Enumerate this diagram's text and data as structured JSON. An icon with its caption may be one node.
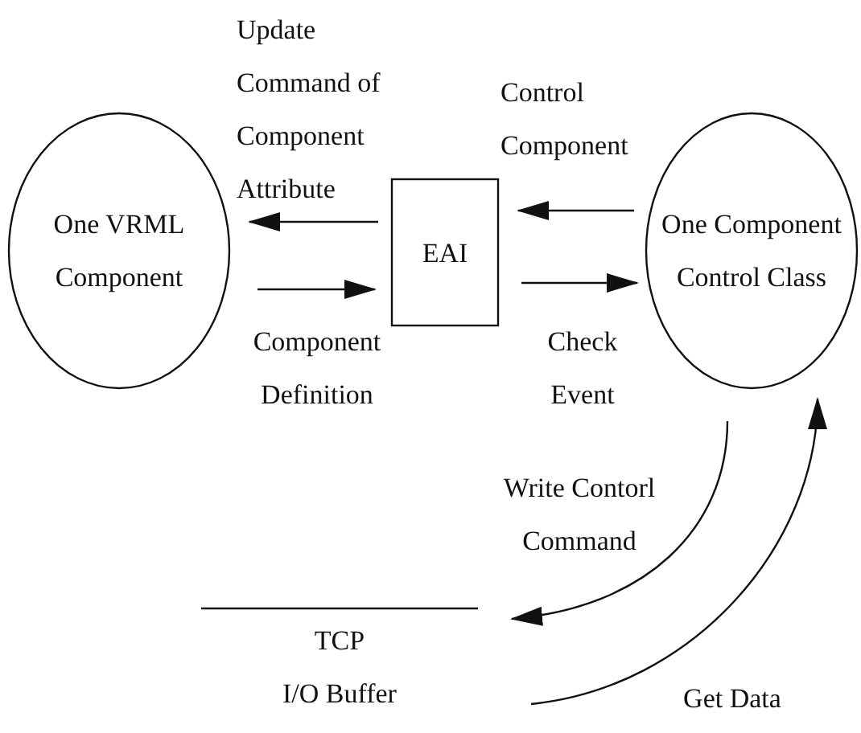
{
  "diagram": {
    "nodes": [
      {
        "text": [
          "One VRML Component"
        ]
      },
      {
        "text": [
          "EAI"
        ]
      },
      {
        "text": [
          "One Component Control Class"
        ]
      },
      {
        "text": [
          "TCP",
          "I/O Buffer"
        ]
      }
    ],
    "edges": [
      {
        "from": 1,
        "to": 0,
        "arrow": "to",
        "label": "Update Command of Component Attribute"
      },
      {
        "from": 0,
        "to": 1,
        "arrow": "to",
        "label": "Component Definition"
      },
      {
        "from": 2,
        "to": 1,
        "arrow": "to",
        "label": "Control Component"
      },
      {
        "from": 1,
        "to": 2,
        "arrow": "to",
        "label": "Check Event"
      },
      {
        "from": 2,
        "to": 3,
        "arrow": "to",
        "label": "Write Contorl Command"
      },
      {
        "from": 3,
        "to": 2,
        "arrow": "to",
        "label": "Get Data"
      }
    ]
  }
}
